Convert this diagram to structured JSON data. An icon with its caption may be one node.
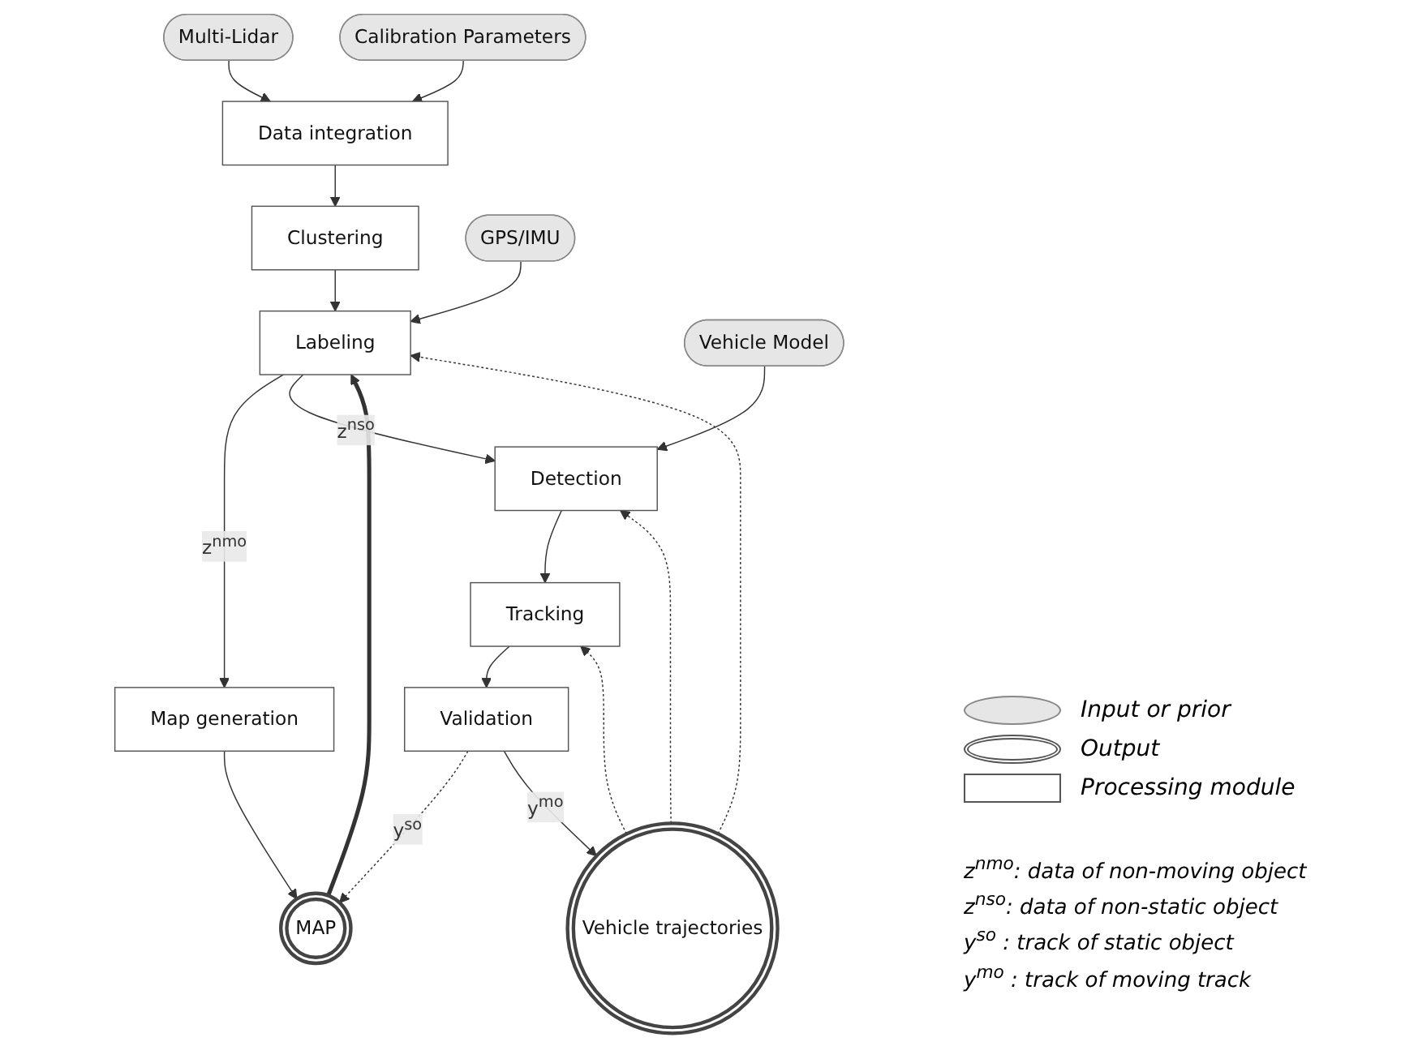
{
  "diagram": {
    "nodes": [
      {
        "text": [
          "Multi-Lidar"
        ]
      },
      {
        "text": [
          "Calibration Parameters"
        ]
      },
      {
        "text": [
          "Data integration"
        ]
      },
      {
        "text": [
          "Clustering"
        ]
      },
      {
        "text": [
          "GPS/IMU"
        ]
      },
      {
        "text": [
          "Labeling"
        ]
      },
      {
        "text": [
          "Map generation"
        ]
      },
      {
        "text": [
          "Vehicle Model"
        ]
      },
      {
        "text": [
          "Detection"
        ]
      },
      {
        "text": [
          "MAP"
        ]
      },
      {
        "text": [
          "Tracking"
        ]
      },
      {
        "text": [
          "Validation"
        ]
      },
      {
        "text": [
          "Vehicle trajectories"
        ]
      }
    ],
    "edges": [
      {
        "from": 0,
        "to": 2,
        "arrow": "to"
      },
      {
        "from": 1,
        "to": 2,
        "arrow": "to"
      },
      {
        "from": 2,
        "to": 3,
        "arrow": "to"
      },
      {
        "from": 3,
        "to": 5,
        "arrow": "to"
      },
      {
        "from": 4,
        "to": 5,
        "arrow": "to"
      },
      {
        "from": 5,
        "to": 6,
        "arrow": "to",
        "label": "z$^{nmo}$"
      },
      {
        "from": 6,
        "to": 9,
        "arrow": "to"
      },
      {
        "from": 9,
        "to": 5,
        "arrow": "to",
        "style": "thick"
      },
      {
        "from": 5,
        "to": 8,
        "arrow": "to",
        "label": "z$^{nso}$"
      },
      {
        "from": 7,
        "to": 8,
        "arrow": "to"
      },
      {
        "from": 8,
        "to": 10,
        "arrow": "to"
      },
      {
        "from": 10,
        "to": 11,
        "arrow": "to"
      },
      {
        "from": 11,
        "to": 9,
        "arrow": "to",
        "style": "dashed",
        "label": "y$^{so}$"
      },
      {
        "from": 11,
        "to": 12,
        "arrow": "to",
        "label": "y$^{mo}$"
      },
      {
        "from": 12,
        "to": 5,
        "arrow": "to",
        "style": "dashed"
      },
      {
        "from": 12,
        "to": 8,
        "arrow": "to",
        "style": "dashed"
      },
      {
        "from": 12,
        "to": 10,
        "arrow": "to",
        "style": "dashed"
      }
    ],
    "labels": [
      "z$^{nmo}$: data of non-moving object",
      "z$^{nso}$: data of non-static object",
      "y$^{so}$ : track of static object",
      "y$^{mo}$ : track of moving track"
    ],
    "legend": [
      {
        "text": "Input or prior"
      },
      {
        "text": "Output"
      },
      {
        "text": "Processing module"
      }
    ]
  }
}
